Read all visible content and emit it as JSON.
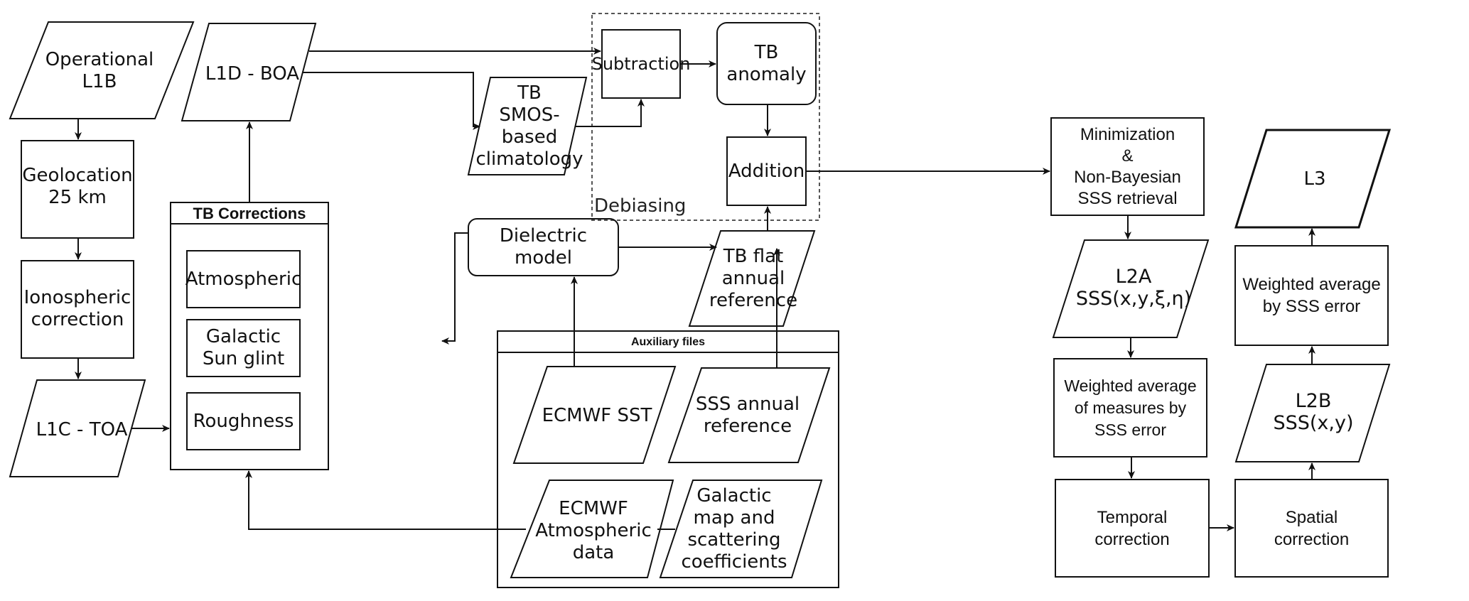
{
  "diagram": {
    "nodes": {
      "operational_l1b": "Operational\nL1B",
      "geolocation": "Geolocation\n 25 km",
      "ionospheric": "Ionospheric\ncorrection",
      "l1c_toa": "L1C - TOA",
      "l1d_boa": "L1D - BOA",
      "tb_corrections_title": "TB Corrections",
      "atmospheric": "Atmospheric",
      "galactic_sun_glint": "Galactic\nSun glint",
      "roughness": "Roughness",
      "tb_smos_climatology": "TB\nSMOS-based\nclimatology",
      "subtraction": "Subtraction",
      "tb_anomaly": "TB anomaly",
      "addition": "Addition",
      "debiasing_label": "Debiasing",
      "dielectric_model": "Dielectric\nmodel",
      "tb_flat_reference": "TB flat\nannual\nreference",
      "auxiliary_files_title": "Auxiliary files",
      "ecmwf_sst": "ECMWF SST",
      "sss_annual_reference": "SSS annual\nreference",
      "ecmwf_atmospheric": "ECMWF\nAtmospheric\ndata",
      "galactic_map": "Galactic\nmap and\nscattering\ncoefficients",
      "minimization": "Minimization\n&\nNon-Bayesian\nSSS retrieval",
      "l2a": "L2A\nSSS(x,y,ξ,η)",
      "weighted_avg_measures": "Weighted average\nof measures by\nSSS error",
      "temporal_correction": "Temporal\ncorrection",
      "spatial_correction": "Spatial\ncorrection",
      "l2b": "L2B\nSSS(x,y)",
      "weighted_avg_sss": "Weighted average\nby SSS error",
      "l3": "L3"
    },
    "colors": {
      "stroke": "#111111",
      "dashed": "#555555",
      "background": "#ffffff"
    }
  }
}
